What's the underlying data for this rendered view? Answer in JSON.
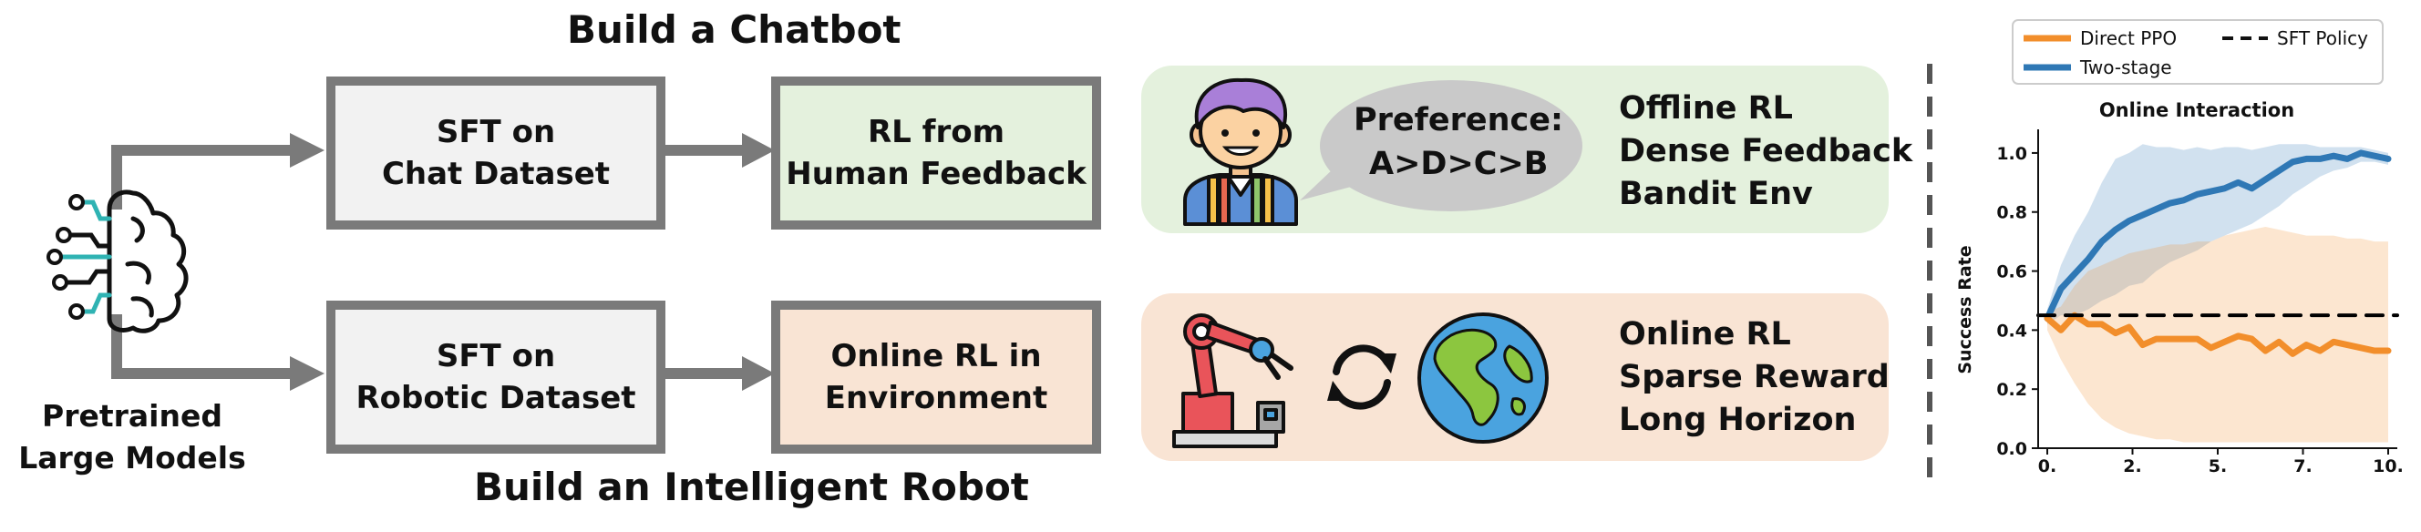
{
  "titles": {
    "chatbot": "Build a Chatbot",
    "robot": "Build an Intelligent Robot"
  },
  "pretrained": [
    "Pretrained",
    "Large Models"
  ],
  "boxes": {
    "sft_chat": [
      "SFT on",
      "Chat Dataset"
    ],
    "rlhf": [
      "RL from",
      "Human Feedback"
    ],
    "sft_robotic": [
      "SFT on",
      "Robotic Dataset"
    ],
    "online_rl_env": [
      "Online RL in",
      "Environment"
    ]
  },
  "chat_panel": {
    "bubble": [
      "Preference:",
      "A>D>C>B"
    ],
    "features": [
      "Offline RL",
      "Dense Feedback",
      "Bandit Env"
    ]
  },
  "robot_panel": {
    "features": [
      "Online RL",
      "Sparse Reward",
      "Long Horizon"
    ]
  },
  "colors": {
    "arrow_gray": "#7a7a7a",
    "chat_box_fill": "#f2f2f2",
    "rlhf_fill": "#e4f1dd",
    "online_fill": "#f9e4d4",
    "chat_panel_fill": "#e4f1dd",
    "robot_panel_fill": "#f9e4d4",
    "direct_ppo": "#f28e2b",
    "two_stage": "#2f78b5"
  },
  "icons": [
    "brain-icon",
    "person-icon",
    "speech-bubble-icon",
    "robot-arm-icon",
    "refresh-cycle-icon",
    "globe-icon"
  ],
  "chart_data": {
    "type": "line",
    "title": "Online Interaction",
    "xlabel": "",
    "ylabel": "Success Rate",
    "ylim": [
      0.0,
      1.08
    ],
    "yticks": [
      "0.0",
      "0.2",
      "0.4",
      "0.6",
      "0.8",
      "1.0"
    ],
    "xticks": [
      "0.",
      "2.",
      "5.",
      "7.",
      "10."
    ],
    "xlim": [
      0,
      10
    ],
    "legend": [
      "Direct PPO",
      "Two-stage",
      "SFT Policy"
    ],
    "legend_position": "top",
    "series": [
      {
        "name": "Two-stage",
        "color": "#2f78b5",
        "x": [
          0,
          0.4,
          0.8,
          1.2,
          1.6,
          2.0,
          2.4,
          2.8,
          3.2,
          3.6,
          4.0,
          4.4,
          4.8,
          5.2,
          5.6,
          6.0,
          6.4,
          6.8,
          7.2,
          7.6,
          8.0,
          8.4,
          8.8,
          9.2,
          9.6,
          10.0
        ],
        "values": [
          0.44,
          0.54,
          0.59,
          0.64,
          0.7,
          0.74,
          0.77,
          0.79,
          0.81,
          0.83,
          0.84,
          0.86,
          0.87,
          0.88,
          0.9,
          0.88,
          0.91,
          0.94,
          0.97,
          0.98,
          0.98,
          0.99,
          0.98,
          1.0,
          0.99,
          0.98
        ],
        "upper": [
          0.47,
          0.62,
          0.72,
          0.8,
          0.9,
          0.98,
          1.0,
          1.03,
          1.02,
          1.02,
          1.01,
          1.02,
          1.01,
          1.02,
          1.02,
          1.01,
          1.02,
          1.03,
          1.03,
          1.03,
          1.02,
          1.02,
          1.02,
          1.02,
          1.01,
          1.0
        ],
        "lower": [
          0.42,
          0.45,
          0.45,
          0.47,
          0.5,
          0.52,
          0.55,
          0.56,
          0.6,
          0.63,
          0.65,
          0.67,
          0.7,
          0.72,
          0.74,
          0.76,
          0.79,
          0.82,
          0.86,
          0.89,
          0.92,
          0.94,
          0.95,
          0.97,
          0.97,
          0.96
        ]
      },
      {
        "name": "Direct PPO",
        "color": "#f28e2b",
        "x": [
          0,
          0.4,
          0.8,
          1.2,
          1.6,
          2.0,
          2.4,
          2.8,
          3.2,
          3.6,
          4.0,
          4.4,
          4.8,
          5.2,
          5.6,
          6.0,
          6.4,
          6.8,
          7.2,
          7.6,
          8.0,
          8.4,
          8.8,
          9.2,
          9.6,
          10.0
        ],
        "values": [
          0.44,
          0.4,
          0.45,
          0.42,
          0.42,
          0.39,
          0.41,
          0.35,
          0.37,
          0.37,
          0.37,
          0.37,
          0.34,
          0.36,
          0.38,
          0.37,
          0.33,
          0.36,
          0.32,
          0.35,
          0.33,
          0.36,
          0.35,
          0.34,
          0.33,
          0.33
        ],
        "upper": [
          0.46,
          0.48,
          0.55,
          0.6,
          0.62,
          0.64,
          0.66,
          0.67,
          0.68,
          0.69,
          0.69,
          0.7,
          0.7,
          0.72,
          0.73,
          0.74,
          0.75,
          0.74,
          0.73,
          0.72,
          0.72,
          0.72,
          0.71,
          0.71,
          0.7,
          0.7
        ],
        "lower": [
          0.4,
          0.3,
          0.22,
          0.15,
          0.1,
          0.07,
          0.05,
          0.04,
          0.03,
          0.03,
          0.02,
          0.02,
          0.02,
          0.02,
          0.02,
          0.02,
          0.02,
          0.02,
          0.02,
          0.02,
          0.02,
          0.02,
          0.02,
          0.02,
          0.02,
          0.02
        ]
      },
      {
        "name": "SFT Policy",
        "color": "#000000",
        "style": "dashed",
        "x": [
          0,
          10
        ],
        "values": [
          0.45,
          0.45
        ]
      }
    ]
  }
}
